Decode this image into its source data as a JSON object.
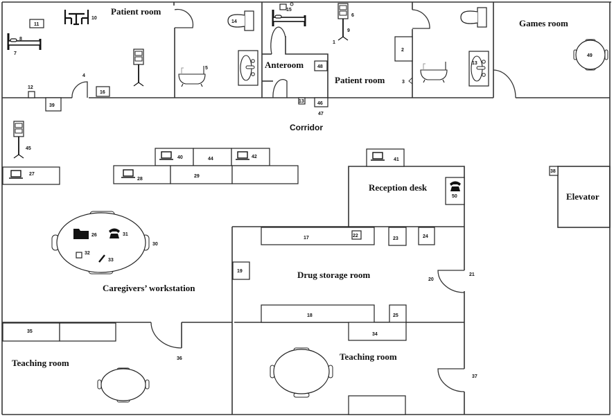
{
  "title": "Ward floor plan",
  "rooms": {
    "patient_room_1": "Patient room",
    "patient_room_2": "Patient room",
    "anteroom": "Anteroom",
    "games_room": "Games room",
    "corridor": "Corridor",
    "reception_desk": "Reception desk",
    "elevator": "Elevator",
    "caregivers_workstation": "Caregivers’ workstation",
    "drug_storage_room": "Drug storage room",
    "teaching_room_1": "Teaching room",
    "teaching_room_2": "Teaching room"
  },
  "labels": {
    "n1": "1",
    "n2": "2",
    "n3": "3",
    "n4": "4",
    "n5": "5",
    "n6": "6",
    "n7": "7",
    "n8": "8",
    "n9": "9",
    "n10": "10",
    "n11": "11",
    "n12": "12",
    "n13": "13",
    "n13b": "13",
    "n14": "14",
    "n15": "15",
    "n16": "16",
    "n17": "17",
    "n18": "18",
    "n19": "19",
    "n20": "20",
    "n21": "21",
    "n22": "22",
    "n23": "23",
    "n24": "24",
    "n25": "25",
    "n26": "26",
    "n27": "27",
    "n28": "28",
    "n29": "29",
    "n30": "30",
    "n31": "31",
    "n32": "32",
    "n33": "33",
    "n34": "34",
    "n35": "35",
    "n36": "36",
    "n37": "37",
    "n38": "38",
    "n39": "39",
    "n40": "40",
    "n41": "41",
    "n42": "42",
    "n44": "44",
    "n45": "45",
    "n46": "46",
    "n47": "47",
    "n48": "48",
    "n49": "49",
    "n50": "50"
  },
  "icons": {
    "bed": "bed-icon",
    "table_chairs": "table-chairs-icon",
    "iv_stand": "iv-stand-icon",
    "toilet": "toilet-icon",
    "sink": "sink-icon",
    "bathtub": "bathtub-icon",
    "laptop": "laptop-icon",
    "telephone": "telephone-icon",
    "folder": "folder-icon",
    "pencil": "pencil-icon"
  }
}
